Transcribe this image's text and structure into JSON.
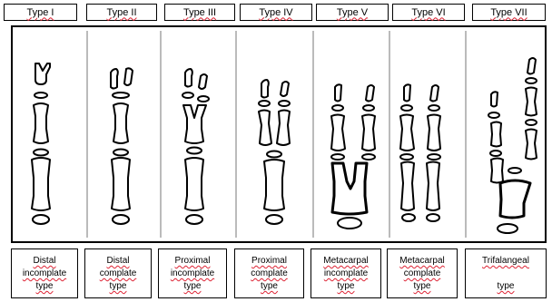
{
  "types": [
    {
      "title": "Type I",
      "label": [
        "Distal",
        "incomplate",
        "type"
      ]
    },
    {
      "title": "Type II",
      "label": [
        "Distal",
        "complate",
        "type"
      ]
    },
    {
      "title": "Type III",
      "label": [
        "Proximal",
        "incomplate",
        "type"
      ]
    },
    {
      "title": "Type IV",
      "label": [
        "Proximal",
        "complate",
        "type"
      ]
    },
    {
      "title": "Type V",
      "label": [
        "Metacarpal",
        "incomplate",
        "type"
      ]
    },
    {
      "title": "Type VI",
      "label": [
        "Metacarpal",
        "complate",
        "type"
      ]
    },
    {
      "title": "Type VII",
      "label": [
        "Trifalangeal",
        "",
        "type"
      ]
    }
  ]
}
